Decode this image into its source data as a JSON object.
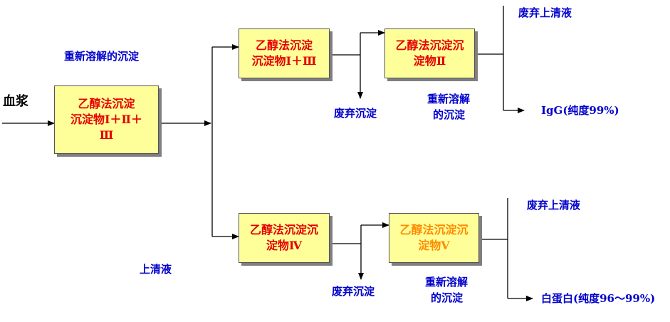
{
  "input_label": "血浆",
  "boxes": {
    "box1": {
      "lines": [
        "乙醇法沉淀",
        "沉淀物Ⅰ＋Ⅱ＋",
        "Ⅲ"
      ]
    },
    "box2": {
      "lines": [
        "乙醇法沉淀",
        "沉淀物Ⅰ＋Ⅲ"
      ]
    },
    "box3": {
      "lines": [
        "乙醇法沉淀沉",
        "淀物Ⅱ"
      ]
    },
    "box4": {
      "lines": [
        "乙醇法沉淀沉",
        "淀物Ⅳ"
      ]
    },
    "box5": {
      "lines": [
        "乙醇法沉淀沉",
        "淀物Ⅴ"
      ]
    }
  },
  "labels": {
    "redissolve_top": "重新溶解的沉淀",
    "supernatant": "上清液",
    "waste_precip_top": "废弃沉淀",
    "redissolve_mid": [
      "重新溶解",
      "的沉淀"
    ],
    "waste_supernatant_top": "废弃上清液",
    "igg": "IgG(纯度99%)",
    "waste_precip_bottom": "废弃沉淀",
    "redissolve_bottom": [
      "重新溶解",
      "的沉淀"
    ],
    "waste_supernatant_bottom": "废弃上清液",
    "albumin": "白蛋白(纯度96～99%)"
  },
  "colors": {
    "box_fill": "#ffff99",
    "box_text": "#e60000",
    "box5_text": "#ff8c00",
    "label_text": "#0000cc",
    "line": "#000000"
  }
}
